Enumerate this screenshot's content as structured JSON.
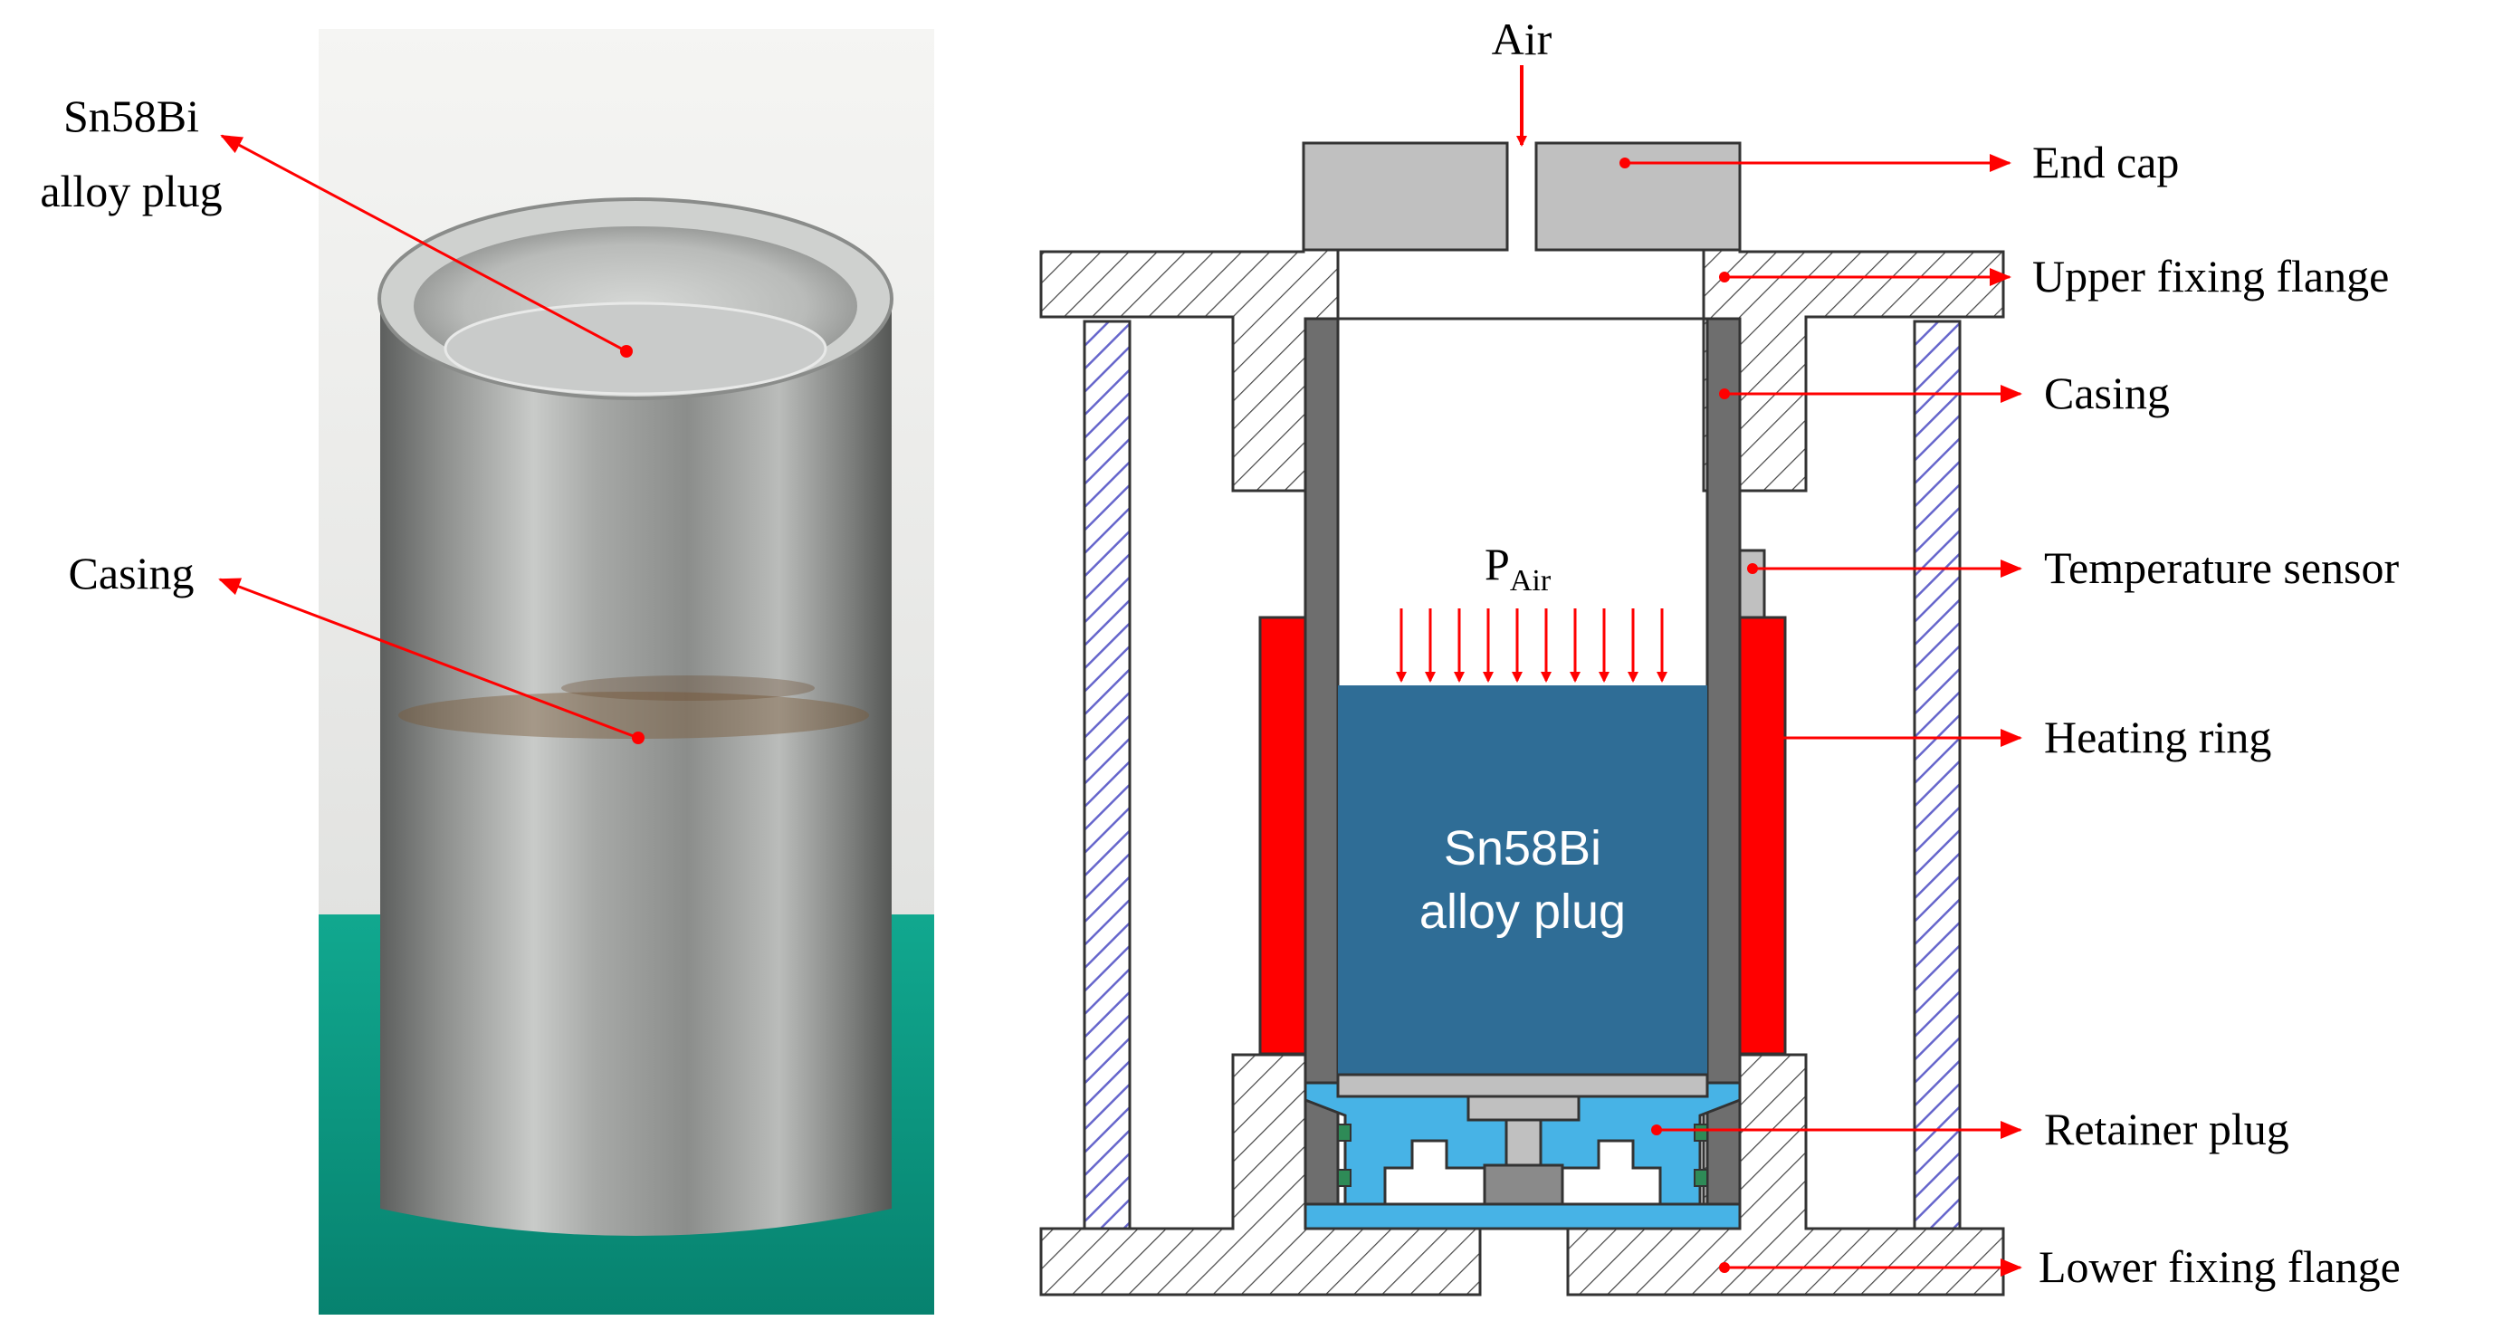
{
  "photo_labels": {
    "alloy_plug_line1": "Sn58Bi",
    "alloy_plug_line2": "alloy plug",
    "casing": "Casing"
  },
  "diagram_labels": {
    "air": "Air",
    "pressure_symbol": "P",
    "pressure_subscript": "Air",
    "plug_line1": "Sn58Bi",
    "plug_line2": "alloy plug",
    "end_cap": "End cap",
    "upper_fixing_flange": "Upper fixing flange",
    "casing": "Casing",
    "temperature_sensor": "Temperature sensor",
    "heating_ring": "Heating ring",
    "retainer_plug": "Retainer plug",
    "lower_fixing_flange": "Lower fixing flange"
  },
  "colors": {
    "annotation_arrow": "#ff0000",
    "alloy_plug": "#2f6d96",
    "heating_ring": "#ff0000",
    "retainer_plug": "#47b3e6",
    "casing_wall": "#6e6e6e",
    "end_cap": "#c0c0c0",
    "support_rod_hatch": "#6666cc",
    "photo_table": "#0c9b86"
  }
}
